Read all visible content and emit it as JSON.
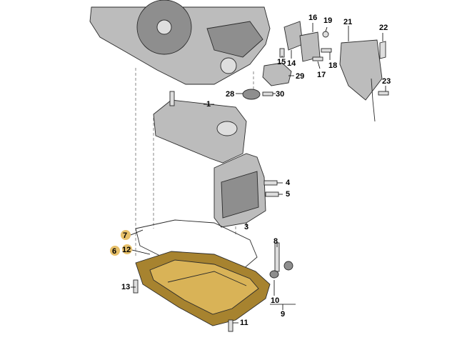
{
  "colors": {
    "part_gray": "#bcbcbc",
    "part_dark": "#8e8e8e",
    "part_light": "#dedede",
    "pan_gold": "#d9b357",
    "pan_dark": "#a7832f",
    "pan_light": "#efd695",
    "badge_fill": "#e7c06a",
    "line": "#000000"
  },
  "callouts": [
    {
      "id": "1",
      "label": "1"
    },
    {
      "id": "3",
      "label": "3"
    },
    {
      "id": "4",
      "label": "4"
    },
    {
      "id": "5",
      "label": "5"
    },
    {
      "id": "6",
      "label": "6"
    },
    {
      "id": "7",
      "label": "7"
    },
    {
      "id": "8",
      "label": "8"
    },
    {
      "id": "9",
      "label": "9"
    },
    {
      "id": "10",
      "label": "10"
    },
    {
      "id": "11",
      "label": "11"
    },
    {
      "id": "12",
      "label": "12"
    },
    {
      "id": "13",
      "label": "13"
    },
    {
      "id": "14",
      "label": "14"
    },
    {
      "id": "15",
      "label": "15"
    },
    {
      "id": "16",
      "label": "16"
    },
    {
      "id": "17",
      "label": "17"
    },
    {
      "id": "18",
      "label": "18"
    },
    {
      "id": "19",
      "label": "19"
    },
    {
      "id": "21",
      "label": "21"
    },
    {
      "id": "22",
      "label": "22"
    },
    {
      "id": "23",
      "label": "23"
    },
    {
      "id": "28",
      "label": "28"
    },
    {
      "id": "29",
      "label": "29"
    },
    {
      "id": "30",
      "label": "30"
    }
  ]
}
